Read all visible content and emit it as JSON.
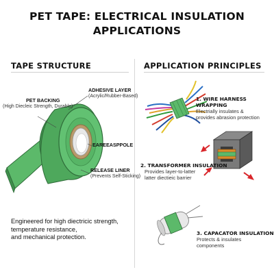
{
  "title": {
    "line1": "PET TAPE: ELECTRICAL INSULATION",
    "line2": "APPLICATIONS"
  },
  "left": {
    "heading": "TAPE STRUCTURE",
    "labels": {
      "pet_backing": {
        "title": "PET BACKING",
        "sub": "(High Diecleic Strength, Durable)"
      },
      "adhesive_layer": {
        "title": "ADHESIVE LAYER",
        "sub": "(Acrylic/Rubber-Based)"
      },
      "core": {
        "title": "EAREEASPPOLE"
      },
      "release_liner": {
        "title": "RELEASE LINER",
        "sub": "(Prevents Self-Sticking)"
      }
    },
    "description": {
      "line1": "Engineered for high diectricic strength,",
      "line2": "temperature resistance,",
      "line3": "and mechanical protection."
    }
  },
  "right": {
    "heading": "APPLICATION PRINCIPLES",
    "items": [
      {
        "title": "1. WIRE HARNESS WRAPPING",
        "line1": "Electrially insulates &",
        "line2": "provides abrasion protection"
      },
      {
        "title": "2. TRANSFORMER INSULATION",
        "line1": "Provides layer-to-latter",
        "line2": "latter diectieic barrier"
      },
      {
        "title": "3. CAPACATOR INSULATION",
        "line1": "Protects & insulates",
        "line2": "components"
      }
    ]
  },
  "colors": {
    "tape_green": "#5cb96a",
    "tape_dark": "#3f8f4c",
    "arrow_red": "#d9262b",
    "text": "#111111"
  }
}
